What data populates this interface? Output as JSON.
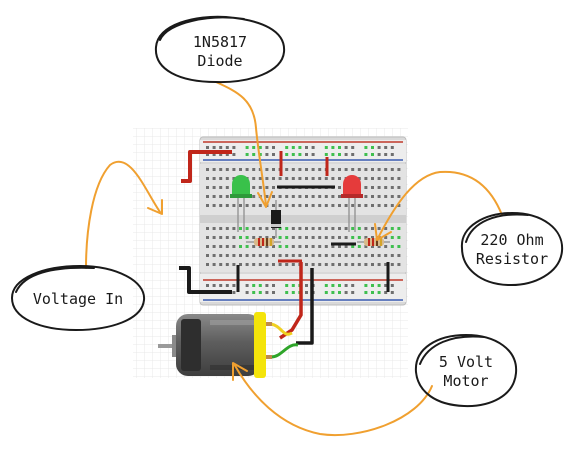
{
  "callouts": {
    "diode": "1N5817\nDiode",
    "resistor": "220 Ohm\nResistor",
    "voltage": "Voltage In",
    "motor": "5 Volt\nMotor"
  },
  "colors": {
    "annotation_orange": "#f0a030",
    "board_body": "#dcdcdc",
    "rail_red": "#c0392b",
    "rail_blue": "#3a5bb0",
    "wire_red": "#c0261a",
    "wire_black": "#1a1a1a",
    "wire_green": "#2fa52a",
    "wire_yellow": "#f0d020",
    "led_green": "#39c14a",
    "led_red": "#e53b3b",
    "motor_body": "#6b6b6b",
    "motor_cap": "#f4e40a",
    "hole_highlight": "#3fbf4f"
  },
  "icons": [
    "breadboard",
    "led-green",
    "led-red",
    "diode",
    "resistor",
    "dc-motor"
  ]
}
